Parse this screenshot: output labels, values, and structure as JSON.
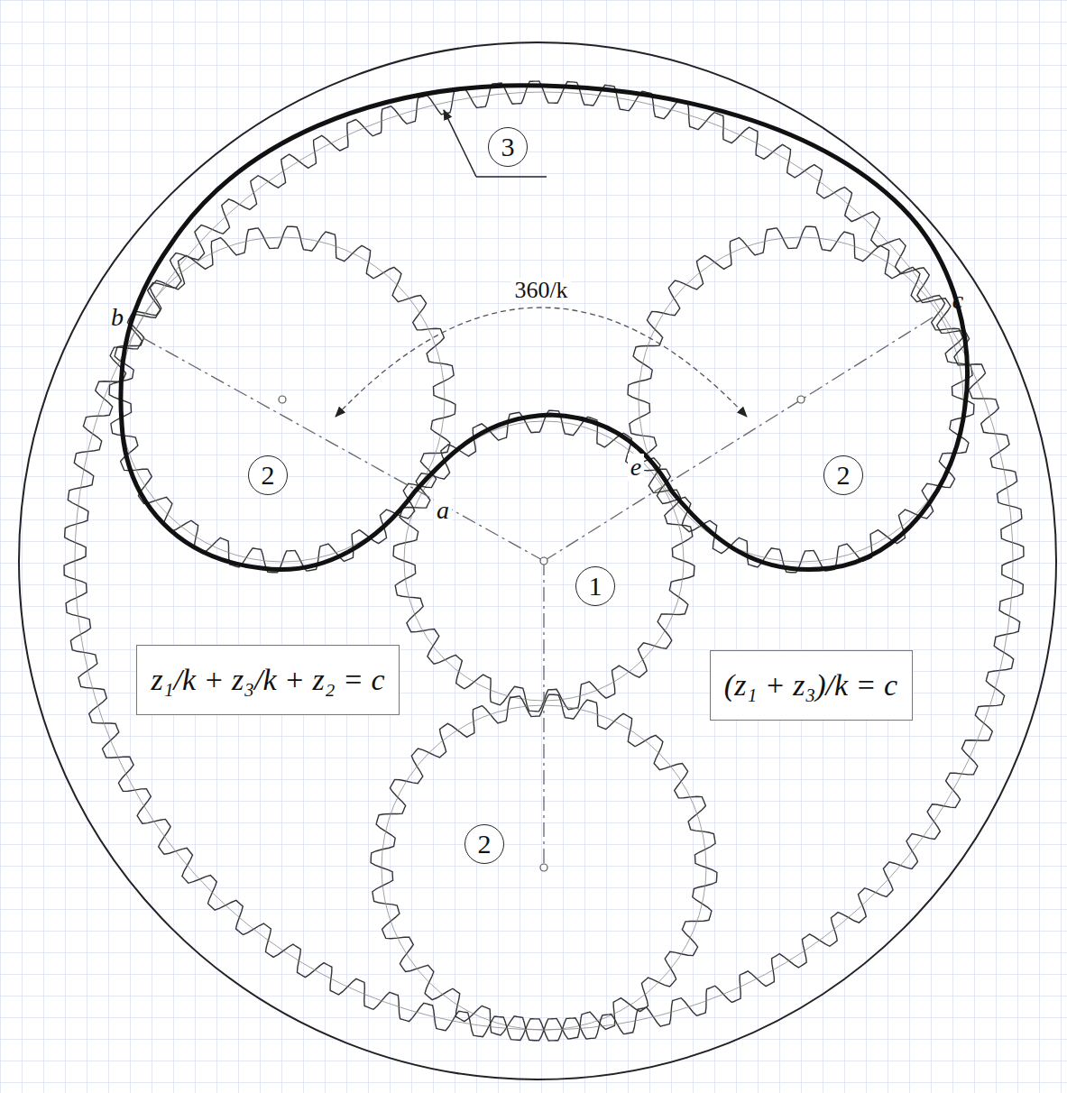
{
  "diagram": {
    "nodes": [
      {
        "text": [
          "3"
        ]
      },
      {
        "text": [
          "2"
        ]
      },
      {
        "text": [
          "2"
        ]
      },
      {
        "text": [
          "1"
        ]
      },
      {
        "text": [
          "z₁/k + z₃/k + z₂ = c"
        ]
      },
      {
        "text": [
          "(z₁ + z₃)/k = c"
        ]
      },
      {
        "text": [
          "2"
        ]
      }
    ],
    "labels": [
      "b",
      "c",
      "360/k",
      "a",
      "e"
    ]
  }
}
